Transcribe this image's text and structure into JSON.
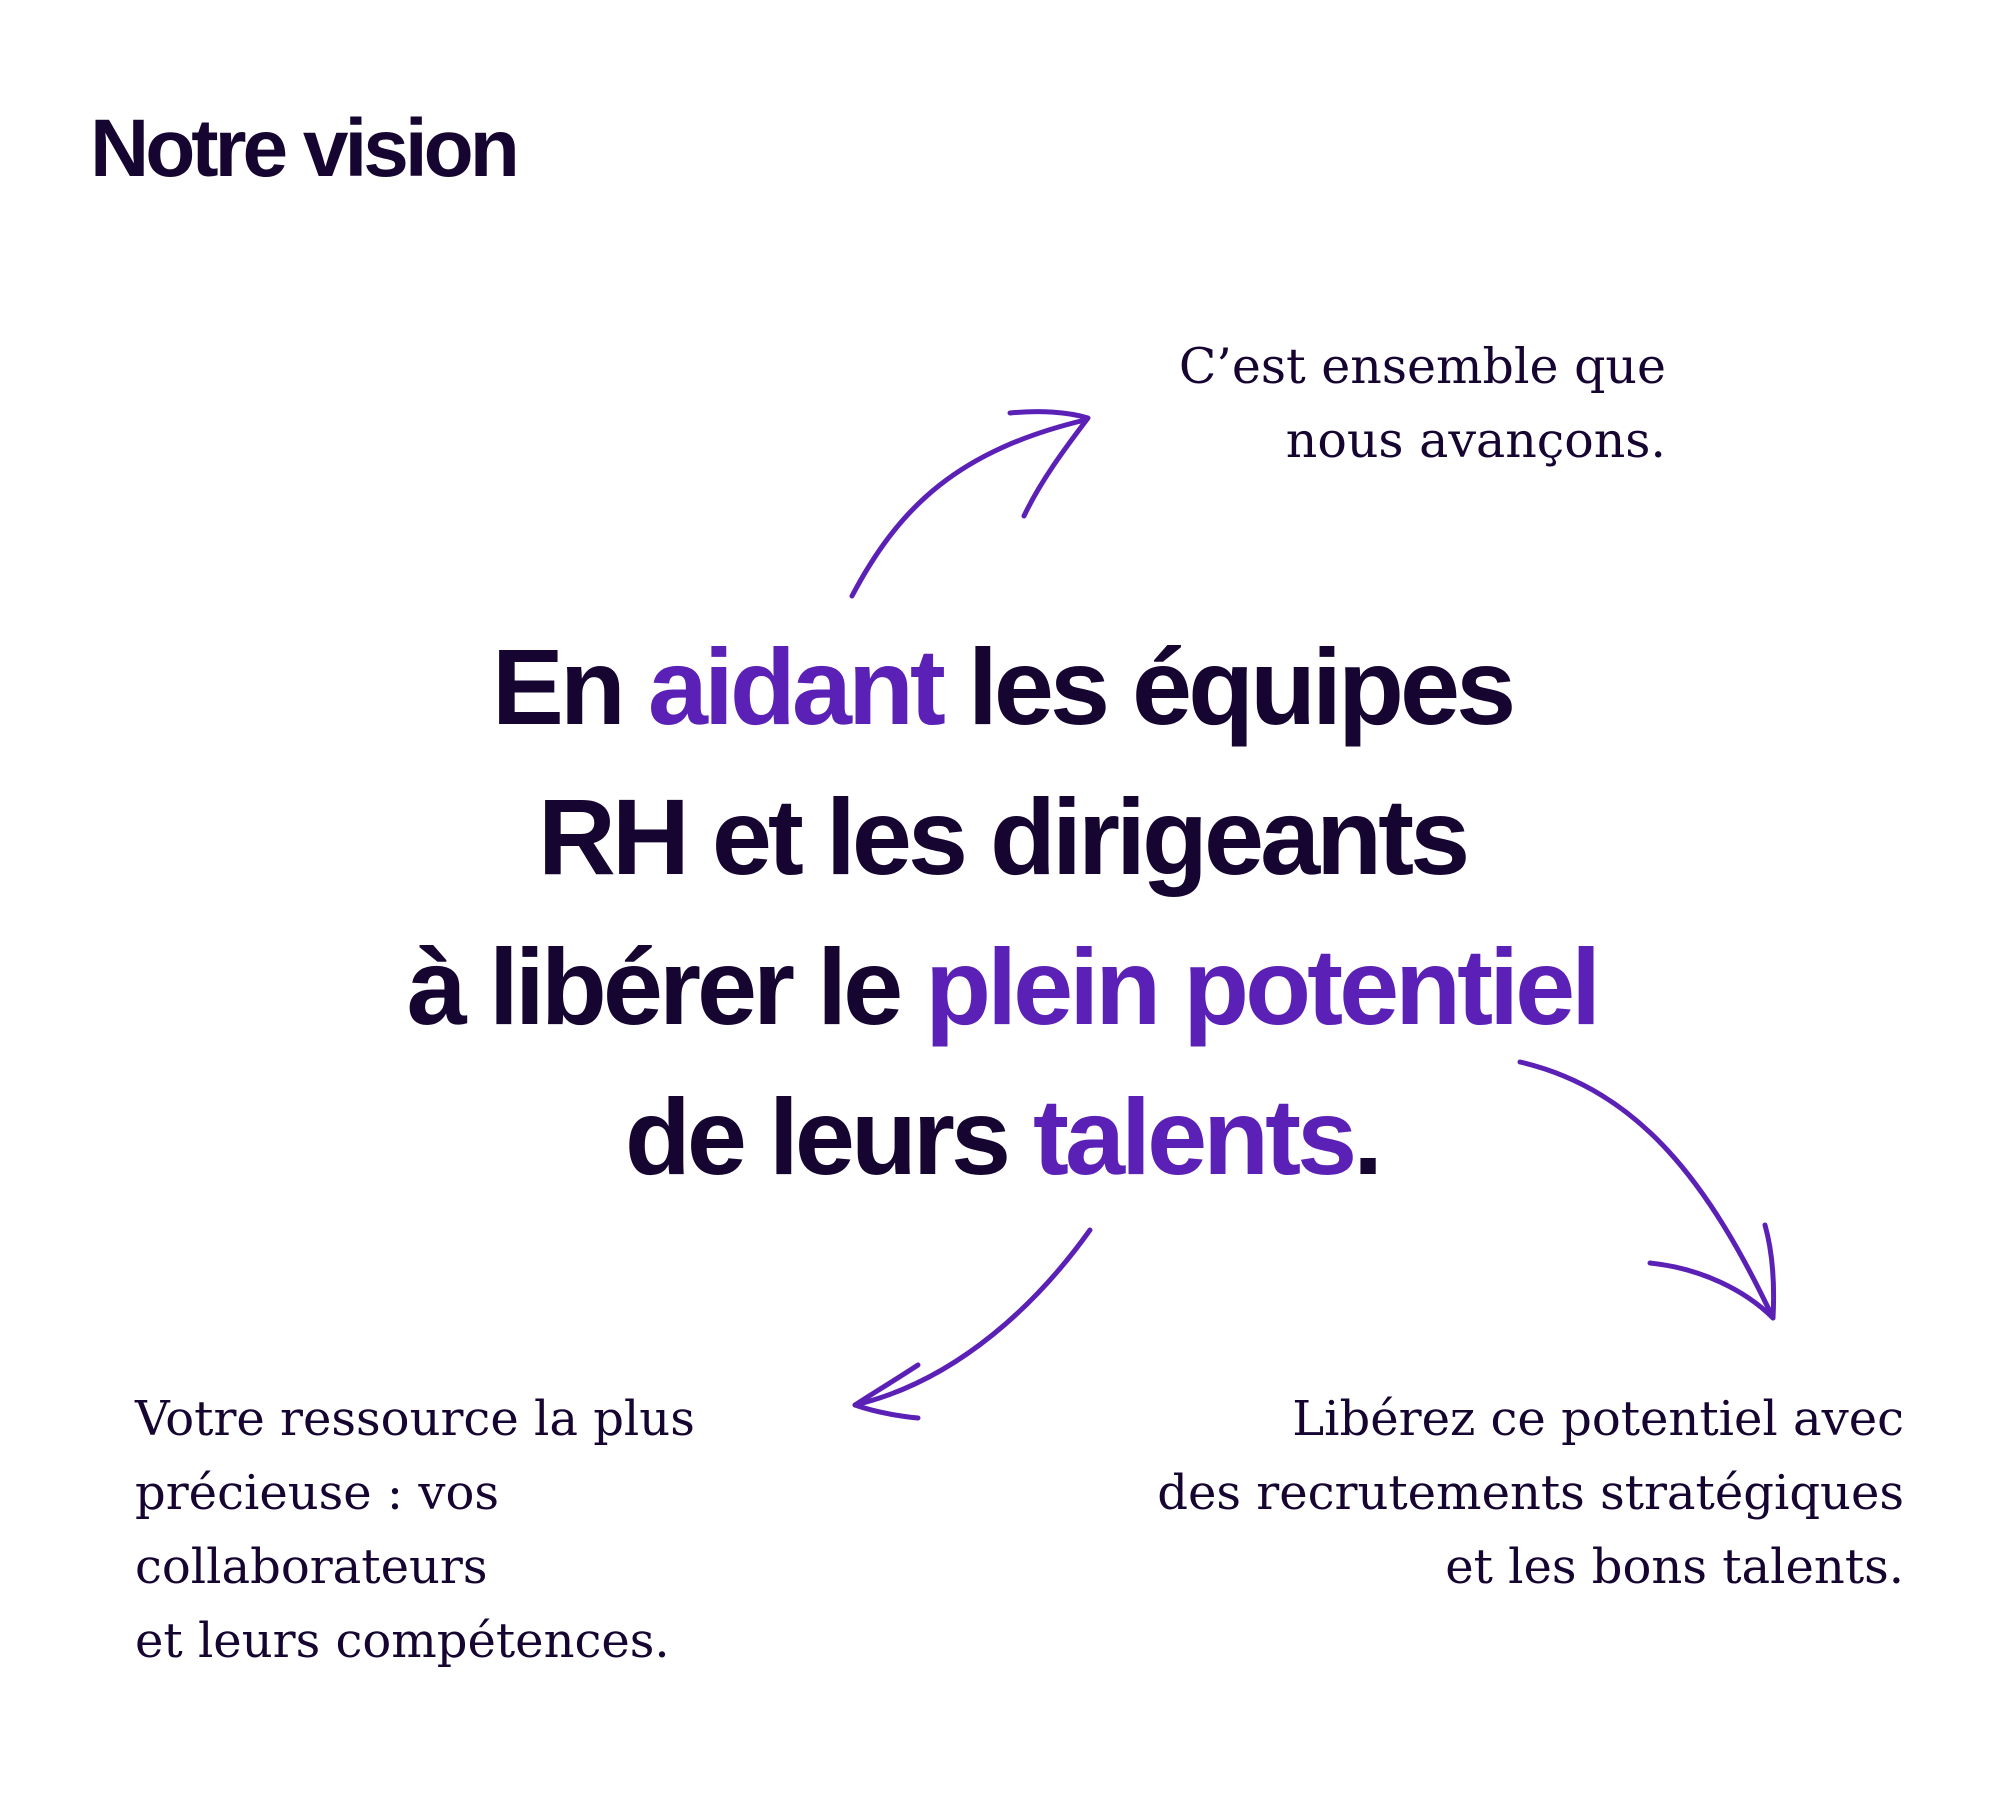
{
  "title": "Notre vision",
  "headline": {
    "line1": {
      "a": "En ",
      "b": "aidant",
      "c": " les équipes"
    },
    "line2": "RH et les dirigeants",
    "line3": {
      "a": "à libérer le ",
      "b": "plein potentiel"
    },
    "line4": {
      "a": "de leurs ",
      "b": "talents",
      "c": "."
    }
  },
  "notes": {
    "top": [
      "C’est ensemble que",
      "nous avançons."
    ],
    "left": [
      "Votre ressource la plus",
      "précieuse : vos",
      "collaborateurs",
      "et leurs compétences."
    ],
    "right": [
      "Libérez ce potentiel avec",
      "des recrutements stratégiques",
      "et les bons talents."
    ]
  },
  "colors": {
    "text": "#150530",
    "accent": "#5b21b6",
    "background": "#ffffff"
  },
  "icons": [
    "arrow-top-icon",
    "arrow-right-icon",
    "arrow-left-icon"
  ]
}
